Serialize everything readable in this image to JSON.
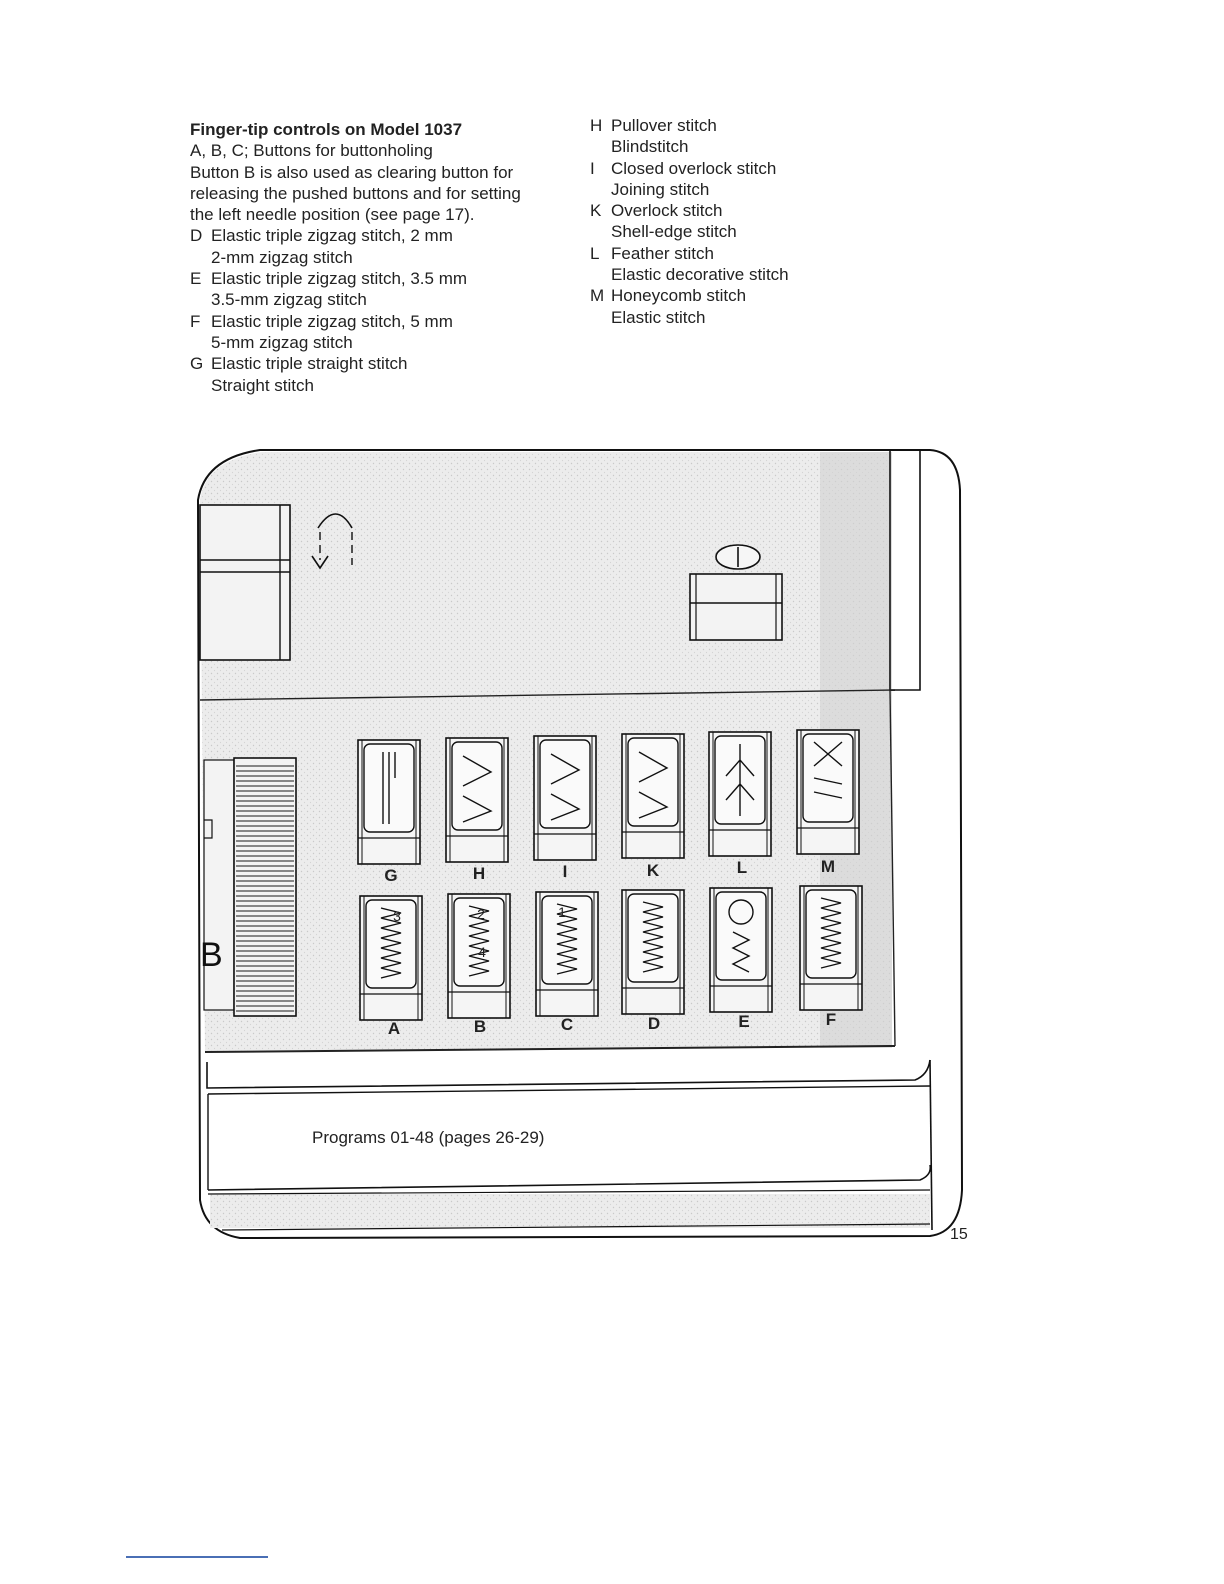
{
  "left_column": {
    "heading": "Finger-tip controls on Model 1037",
    "lines": [
      "A, B, C; Buttons for buttonholing",
      "Button B is also used as clearing button for",
      "releasing the pushed buttons and for setting",
      "the left needle position (see page 17)."
    ],
    "items": [
      {
        "key": "D",
        "line1": "Elastic triple zigzag stitch, 2 mm",
        "line2": "2-mm zigzag stitch"
      },
      {
        "key": "E",
        "line1": "Elastic triple zigzag stitch, 3.5 mm",
        "line2": "3.5-mm zigzag stitch"
      },
      {
        "key": "F",
        "line1": "Elastic triple zigzag stitch, 5 mm",
        "line2": "5-mm zigzag stitch"
      },
      {
        "key": "G",
        "line1": "Elastic triple straight stitch",
        "line2": "Straight stitch"
      }
    ]
  },
  "right_column": {
    "items": [
      {
        "key": "H",
        "line1": "Pullover stitch",
        "line2": "Blindstitch"
      },
      {
        "key": "I",
        "line1": "Closed overlock stitch",
        "line2": "Joining stitch"
      },
      {
        "key": "K",
        "line1": "Overlock stitch",
        "line2": "Shell-edge stitch"
      },
      {
        "key": "L",
        "line1": "Feather stitch",
        "line2": "Elastic decorative stitch"
      },
      {
        "key": "M",
        "line1": "Honeycomb stitch",
        "line2": "Elastic stitch"
      }
    ]
  },
  "diagram": {
    "top_row_labels": [
      "G",
      "H",
      "I",
      "K",
      "L",
      "M"
    ],
    "bottom_row_labels": [
      "A",
      "B",
      "C",
      "D",
      "E",
      "F"
    ],
    "button_numbers": {
      "a": "3",
      "b_top": "2",
      "b_bottom": "4",
      "c": "1"
    },
    "programs_caption": "Programs 01-48 (pages 26-29)"
  },
  "page_number": "15"
}
